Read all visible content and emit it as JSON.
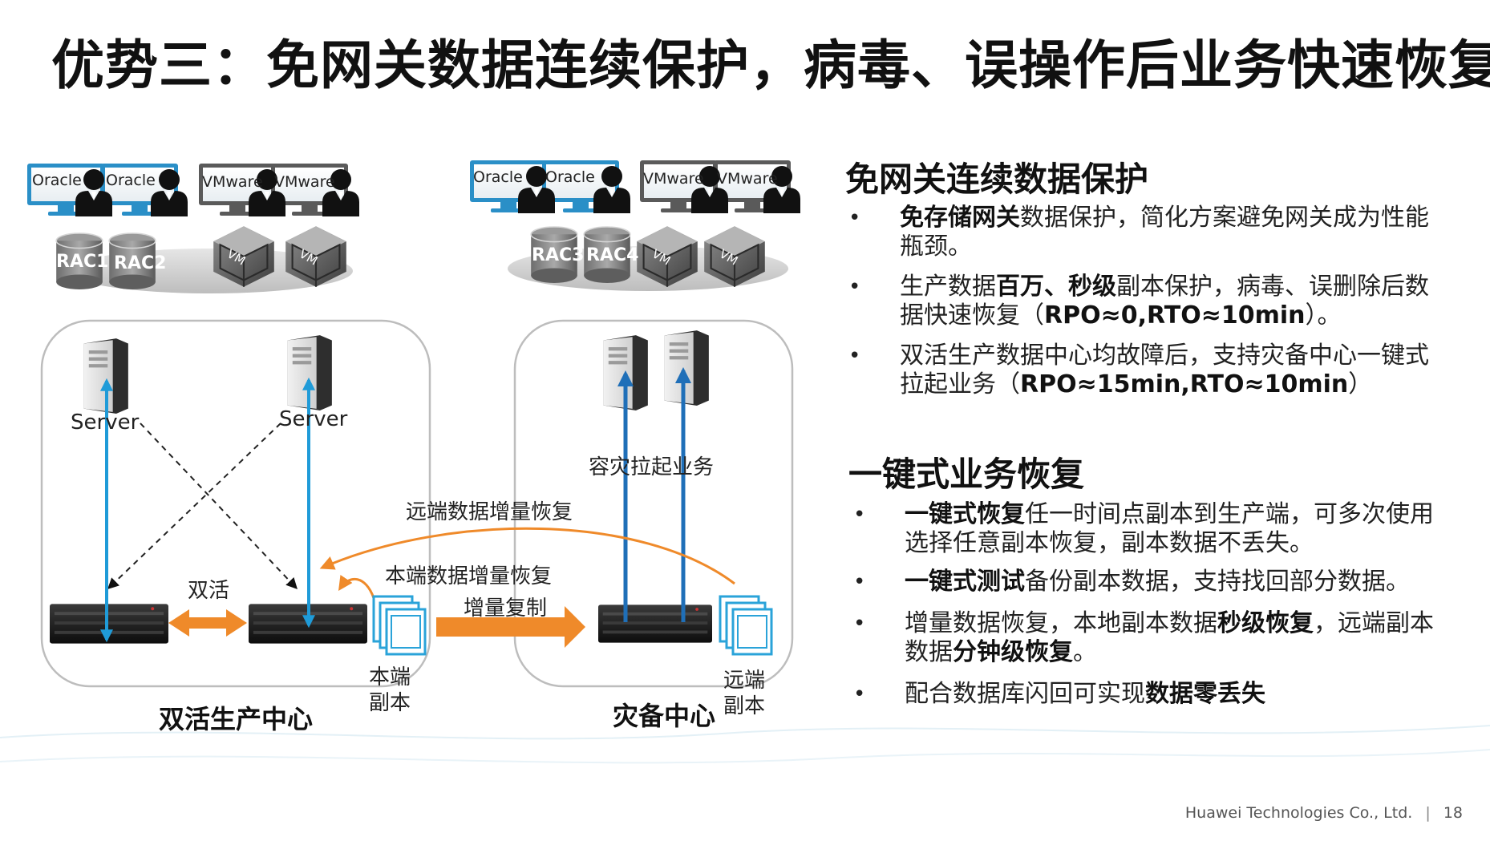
{
  "title": "优势三：免网关数据连续保护，病毒、误操作后业务快速恢复",
  "diagram": {
    "left_site": {
      "monitors": [
        "Oracle",
        "Oracle",
        "VMware",
        "VMware"
      ],
      "db_labels": [
        "RAC1",
        "RAC2"
      ],
      "vm_labels": [
        "VM",
        "VM"
      ],
      "server_labels": [
        "Server",
        "Server"
      ],
      "active_active": "双活",
      "local_copy": [
        "本端",
        "副本"
      ],
      "center_name": "双活生产中心"
    },
    "right_site": {
      "monitors": [
        "Oracle",
        "Oracle",
        "VMware",
        "VMware"
      ],
      "db_labels": [
        "RAC3",
        "RAC4"
      ],
      "vm_labels": [
        "VM",
        "VM"
      ],
      "dr_startup": "容灾拉起业务",
      "remote_copy": [
        "远端",
        "副本"
      ],
      "center_name": "灾备中心"
    },
    "remote_incremental_restore": "远端数据增量恢复",
    "local_incremental_restore": "本端数据增量恢复",
    "incremental_replication": "增量复制"
  },
  "section1": {
    "heading": "免网关连续数据保护",
    "bullets": [
      {
        "bold": "免存储网关",
        "text": "数据保护，简化方案避免网关成为性能瓶颈。"
      },
      {
        "pre": "生产数据",
        "bold": "百万、秒级",
        "text": "副本保护，病毒、误删除后数据快速恢复（",
        "bold2": "RPO≈0,RTO≈10min",
        "post": "）。"
      },
      {
        "text": "双活生产数据中心均故障后，支持灾备中心一键式拉起业务（",
        "bold2": "RPO≈15min,RTO≈10min",
        "post": "）"
      }
    ]
  },
  "section2": {
    "heading": "一键式业务恢复",
    "bullets": [
      {
        "bold": "一键式恢复",
        "text": "任一时间点副本到生产端，可多次使用选择任意副本恢复，副本数据不丢失。"
      },
      {
        "bold": "一键式测试",
        "text": "备份副本数据，支持找回部分数据。"
      },
      {
        "pre": "增量数据恢复，本地副本数据",
        "bold": "秒级恢复",
        "mid": "，远端副本数据",
        "bold2": "分钟级恢复",
        "post": "。"
      },
      {
        "pre": "配合数据库闪回可实现",
        "bold": "数据零丢失"
      }
    ]
  },
  "footer": {
    "company": "Huawei Technologies Co., Ltd.",
    "page": "18"
  },
  "colors": {
    "blue_arrow": "#1f9bd8",
    "orange": "#ef8a2a",
    "dark_blue_arrow": "#1f6fb8"
  }
}
